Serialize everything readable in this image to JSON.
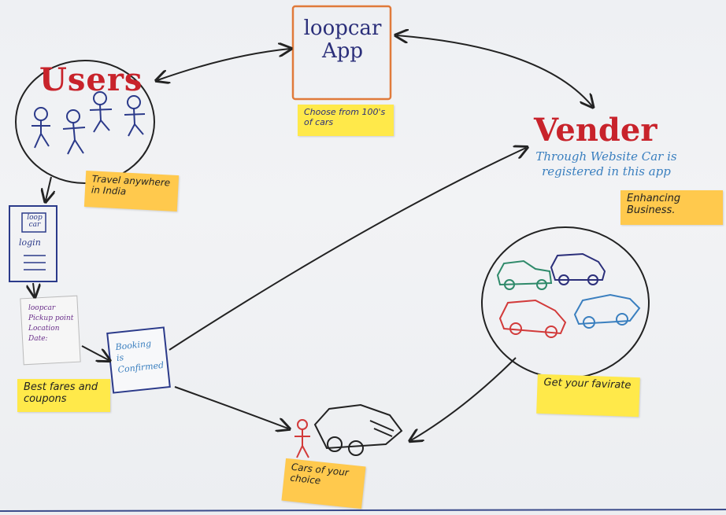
{
  "users": {
    "title": "Users",
    "note": "Travel anywhere in India"
  },
  "app": {
    "title": "loopcar App",
    "note": "Choose from 100's of cars"
  },
  "vender": {
    "title": "Vender",
    "description": "Through Website Car is registered in this app",
    "note": "Enhancing Business."
  },
  "phone": {
    "logo": "loop car",
    "label": "login"
  },
  "form": {
    "lines": [
      "loopcar",
      "Pickup point",
      "Location",
      "Date:"
    ]
  },
  "booking": {
    "label": "Booking is Confirmed"
  },
  "fares_note": "Best fares and coupons",
  "favorite_note": "Get your favirate",
  "choice_note": "Cars of your choice",
  "colors": {
    "red": "#c8232b",
    "navy": "#2b2f7a",
    "blue": "#3a7fbf",
    "sticky": "#ffe94a",
    "orange": "#ffc94d"
  }
}
